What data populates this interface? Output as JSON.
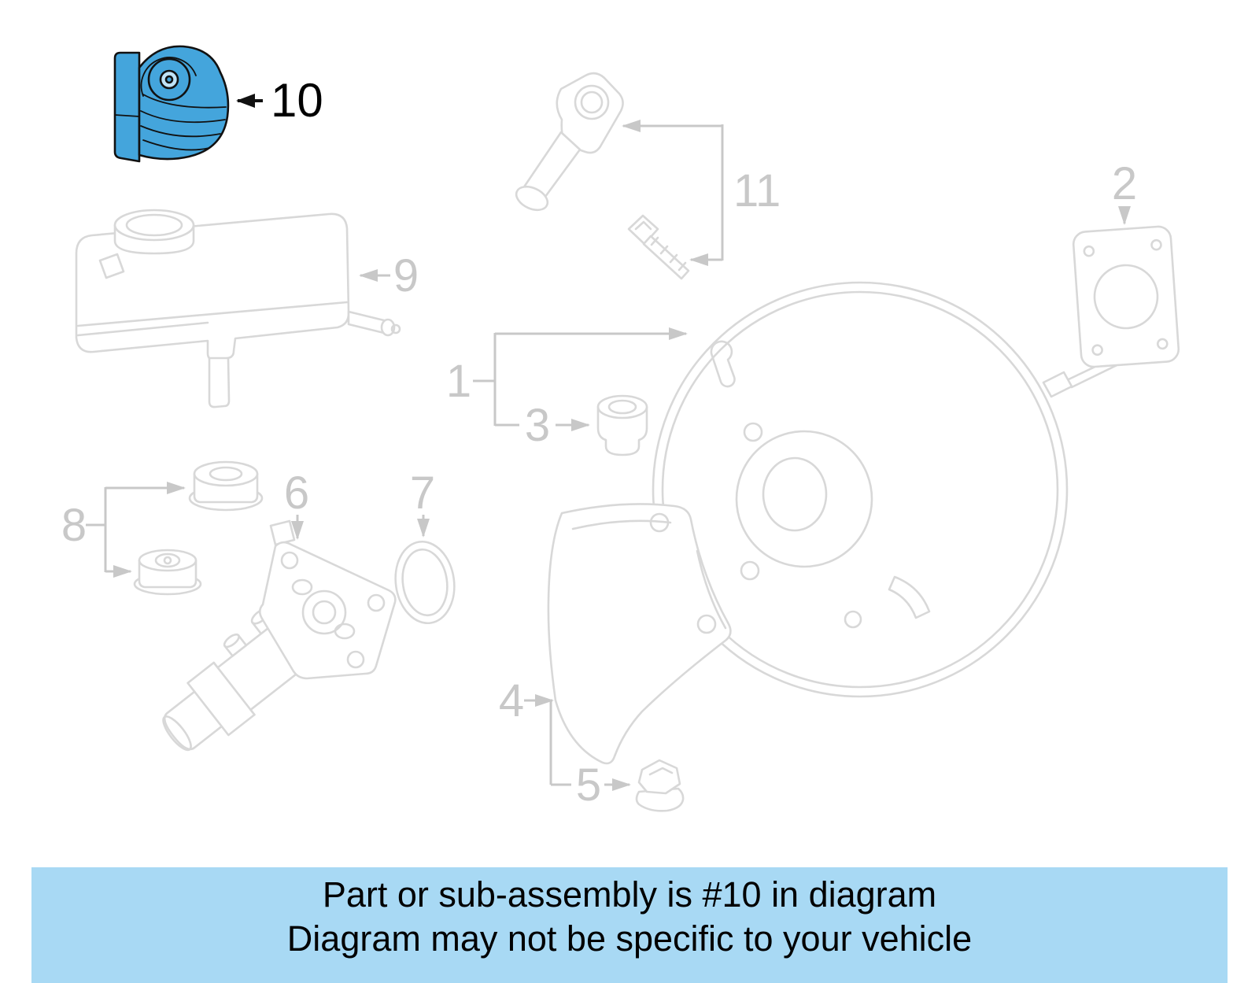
{
  "diagram": {
    "callouts": {
      "c1": "1",
      "c2": "2",
      "c3": "3",
      "c4": "4",
      "c5": "5",
      "c6": "6",
      "c7": "7",
      "c8": "8",
      "c9": "9",
      "c10": "10",
      "c11": "11"
    },
    "highlighted_callout": "10"
  },
  "banner": {
    "line1": "Part or sub-assembly is #10 in diagram",
    "line2": "Diagram may not be specific to your vehicle"
  },
  "colors": {
    "background": "#FFFFFF",
    "highlight": "#44A5DC",
    "highlight_inner": "#BFE3F7",
    "banner_bg": "#A8D9F4",
    "line_art": "#D8D8D8",
    "callout_gray": "#C8C8C8",
    "callout_black": "#000000"
  }
}
